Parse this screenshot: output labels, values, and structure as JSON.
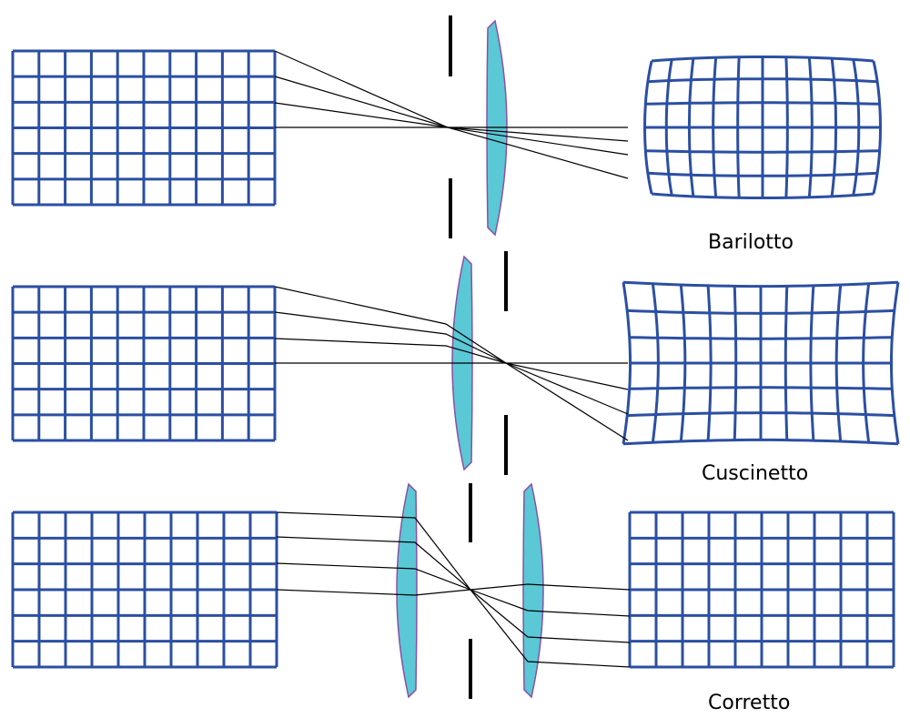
{
  "labels": {
    "barrel": "Barilotto",
    "pincushion": "Cuscinetto",
    "corrected": "Corretto"
  },
  "colors": {
    "grid": "#2b4fa3",
    "lens_fill": "#5bc8d5",
    "lens_edge": "#8a4fa6",
    "ray": "#000000",
    "stop": "#000000"
  },
  "object_grid": {
    "columns": 10,
    "rows": 6
  },
  "panels": [
    {
      "id": "barrel",
      "distortion": "barrel",
      "stop_position": "before-lens"
    },
    {
      "id": "pincushion",
      "distortion": "pincushion",
      "stop_position": "after-lens"
    },
    {
      "id": "corrected",
      "distortion": "none",
      "stop_position": "between-lenses"
    }
  ]
}
